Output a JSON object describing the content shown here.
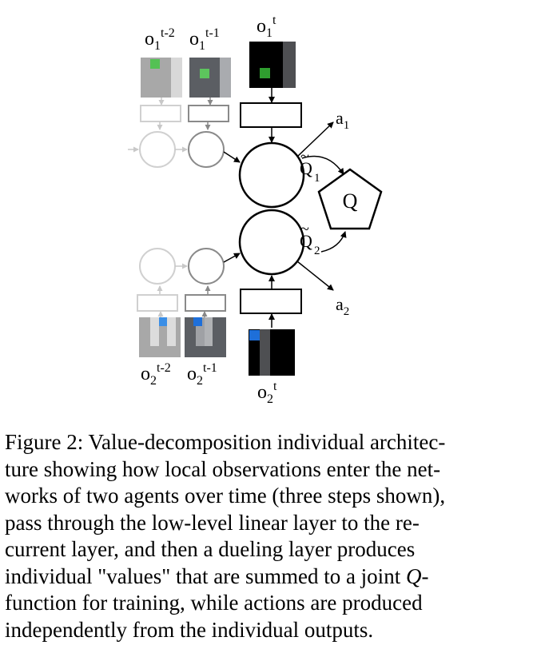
{
  "figure": {
    "obs_labels": {
      "o1_t_minus_2": {
        "base": "o",
        "sub": "1",
        "sup": "t-2"
      },
      "o1_t_minus_1": {
        "base": "o",
        "sub": "1",
        "sup": "t-1"
      },
      "o1_t": {
        "base": "o",
        "sub": "1",
        "sup": "t"
      },
      "o2_t_minus_2": {
        "base": "o",
        "sub": "2",
        "sup": "t-2"
      },
      "o2_t_minus_1": {
        "base": "o",
        "sub": "2",
        "sup": "t-1"
      },
      "o2_t": {
        "base": "o",
        "sub": "2",
        "sup": "t"
      }
    },
    "action_labels": {
      "a1": {
        "base": "a",
        "sub": "1"
      },
      "a2": {
        "base": "a",
        "sub": "2"
      }
    },
    "value_labels": {
      "q1": {
        "base": "Q",
        "sub": "1",
        "tilde": "~"
      },
      "q2": {
        "base": "Q",
        "sub": "2",
        "tilde": "~"
      }
    },
    "joint_label": "Q",
    "colors": {
      "agent1_marker": "#2f9e2f",
      "agent2_marker": "#1e6fd9",
      "faded_box": "#a8a8a8",
      "mid_box": "#5b5e63",
      "current_box": "#000000"
    }
  },
  "caption": {
    "line1": "Figure 2: Value-decomposition individual architec-",
    "line2": "ture showing how local observations enter the net-",
    "line3": "works of two agents over time (three steps shown),",
    "line4": "pass through the low-level linear layer to the re-",
    "line5": "current layer, and then a dueling layer produces",
    "line6a": "individual \"values\" that are summed to a joint ",
    "line6b": "Q",
    "line6c": "-",
    "line7": "function for training, while actions are produced",
    "line8": "independently from the individual outputs."
  }
}
